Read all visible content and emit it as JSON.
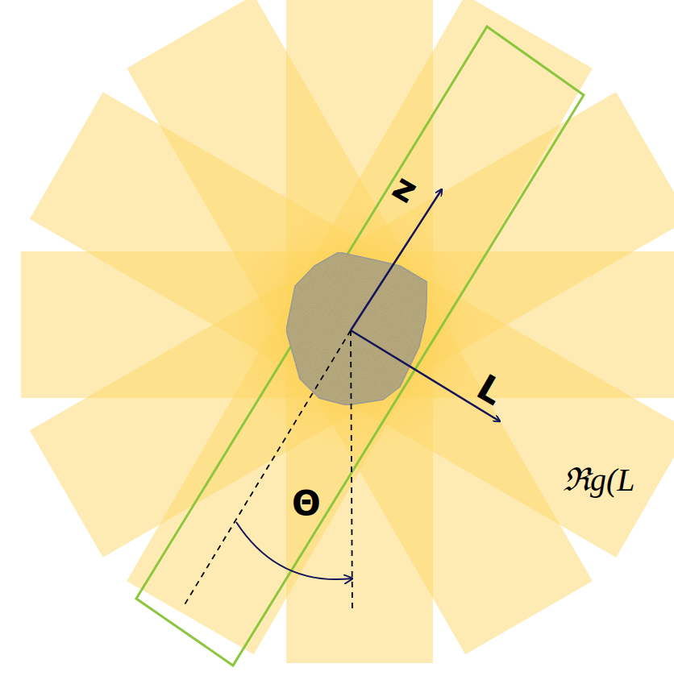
{
  "diagram": {
    "labels": [
      "z",
      "L",
      "Θ",
      "ℜg(L"
    ]
  }
}
